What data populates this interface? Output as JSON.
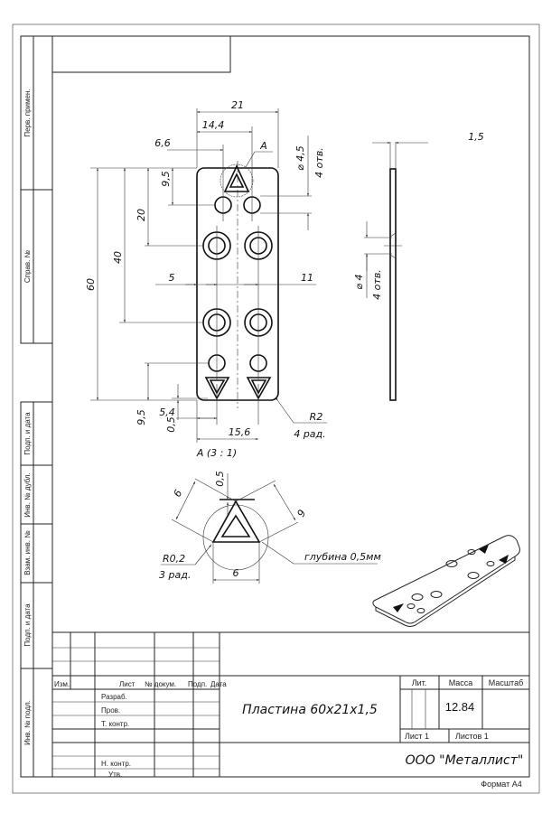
{
  "side_columns": [
    "Перв. примен.",
    "Справ. №",
    "Подп. и дата",
    "Инв. № дубл.",
    "Взам. инв. №",
    "Подп. и дата",
    "Инв. № подл."
  ],
  "main_view": {
    "dim_width": "21",
    "dim_14_4": "14,4",
    "dim_6_6": "6,6",
    "detail_mark": "A",
    "hole_dia_top": "⌀ 4,5",
    "hole_count_top": "4 отв.",
    "dim_9_5_top": "9,5",
    "dim_20": "20",
    "dim_40": "40",
    "dim_60": "60",
    "dim_5": "5",
    "dim_11": "11",
    "dim_9_5_bottom": "9,5",
    "dim_5_4": "5,4",
    "dim_0_5": "0,5",
    "dim_15_6": "15,6",
    "radius": "R2",
    "radius_count": "4 рад."
  },
  "side_view": {
    "thickness": "1,5",
    "hole_dia": "⌀ 4",
    "hole_count": "4 отв."
  },
  "detail_view": {
    "title": "A (3 : 1)",
    "dim_0_5": "0,5",
    "dim_left": "6",
    "dim_right": "6",
    "dim_base": "6",
    "radius": "R0,2",
    "radius_count": "3 рад.",
    "depth_note": "глубина 0,5мм"
  },
  "title_block": {
    "headers": {
      "izm": "Изм.",
      "list": "Лист",
      "doc": "№ докум.",
      "sign": "Подп.",
      "date": "Дата"
    },
    "roles": [
      "Разраб.",
      "Пров.",
      "Т. контр.",
      "Н. контр.",
      "Утв."
    ],
    "part_name": "Пластина 60х21х1,5",
    "lit_label": "Лит.",
    "mass_label": "Масса",
    "scale_label": "Масштаб",
    "mass_value": "12.84",
    "sheet": "Лист 1",
    "sheets": "Листов 1",
    "company": "ООО \"Металлист\"",
    "format": "Формат А4"
  }
}
